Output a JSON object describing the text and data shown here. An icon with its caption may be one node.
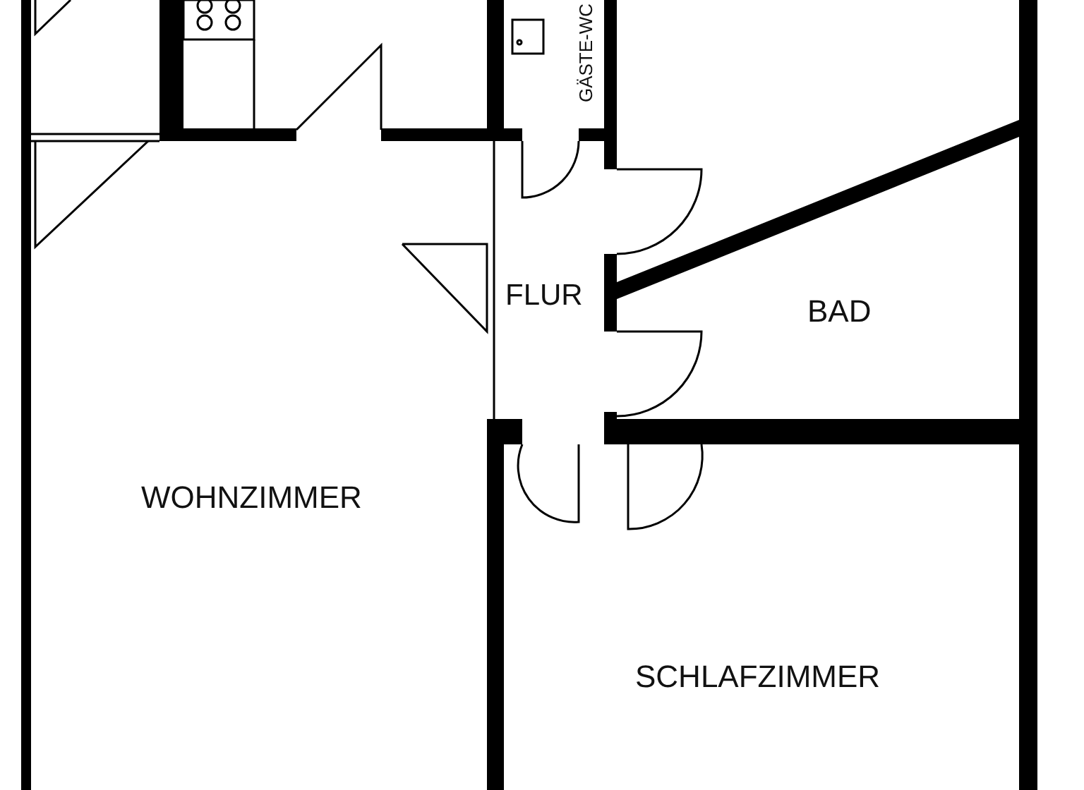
{
  "diagram": {
    "labels": [
      "GÄSTE-WC",
      "FLUR",
      "BAD",
      "WOHNZIMMER",
      "SCHLAFZIMMER"
    ]
  }
}
